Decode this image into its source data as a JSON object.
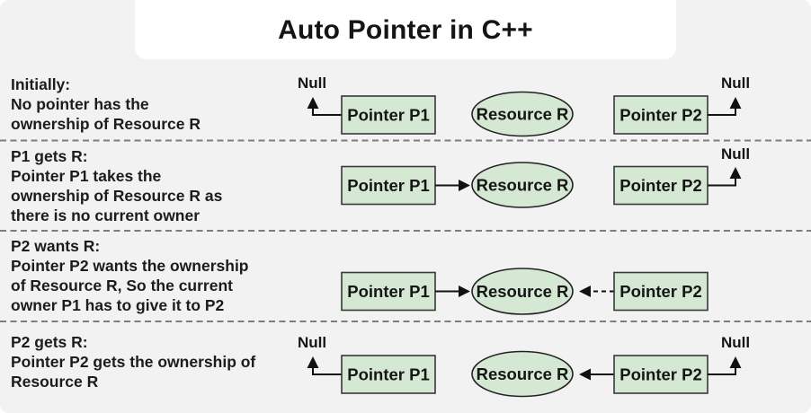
{
  "title": "Auto Pointer in C++",
  "node_labels": {
    "p1": "Pointer P1",
    "p2": "Pointer P2",
    "resource": "Resource R",
    "null_label": "Null"
  },
  "rows": [
    {
      "id": "initially",
      "lines": [
        "Initially:",
        "No pointer has the",
        "ownership of Resource R"
      ]
    },
    {
      "id": "p1-gets-r",
      "lines": [
        "P1 gets R:",
        "Pointer P1 takes the",
        "ownership of Resource R as",
        "there is no current owner"
      ]
    },
    {
      "id": "p2-wants-r",
      "lines": [
        "P2 wants R:",
        "Pointer P2 wants the ownership",
        "of Resource R, So the current",
        "owner P1 has to give it to P2"
      ]
    },
    {
      "id": "p2-gets-r",
      "lines": [
        "P2 gets R:",
        "Pointer P2 gets the ownership of",
        "Resource R"
      ]
    }
  ],
  "colors": {
    "background": "#f2f2f2",
    "card": "#ffffff",
    "node_fill": "#d5e8d4",
    "node_stroke": "#383838",
    "line": "#111111",
    "text": "#1c1c1c",
    "separator": "#7d7d7d"
  }
}
